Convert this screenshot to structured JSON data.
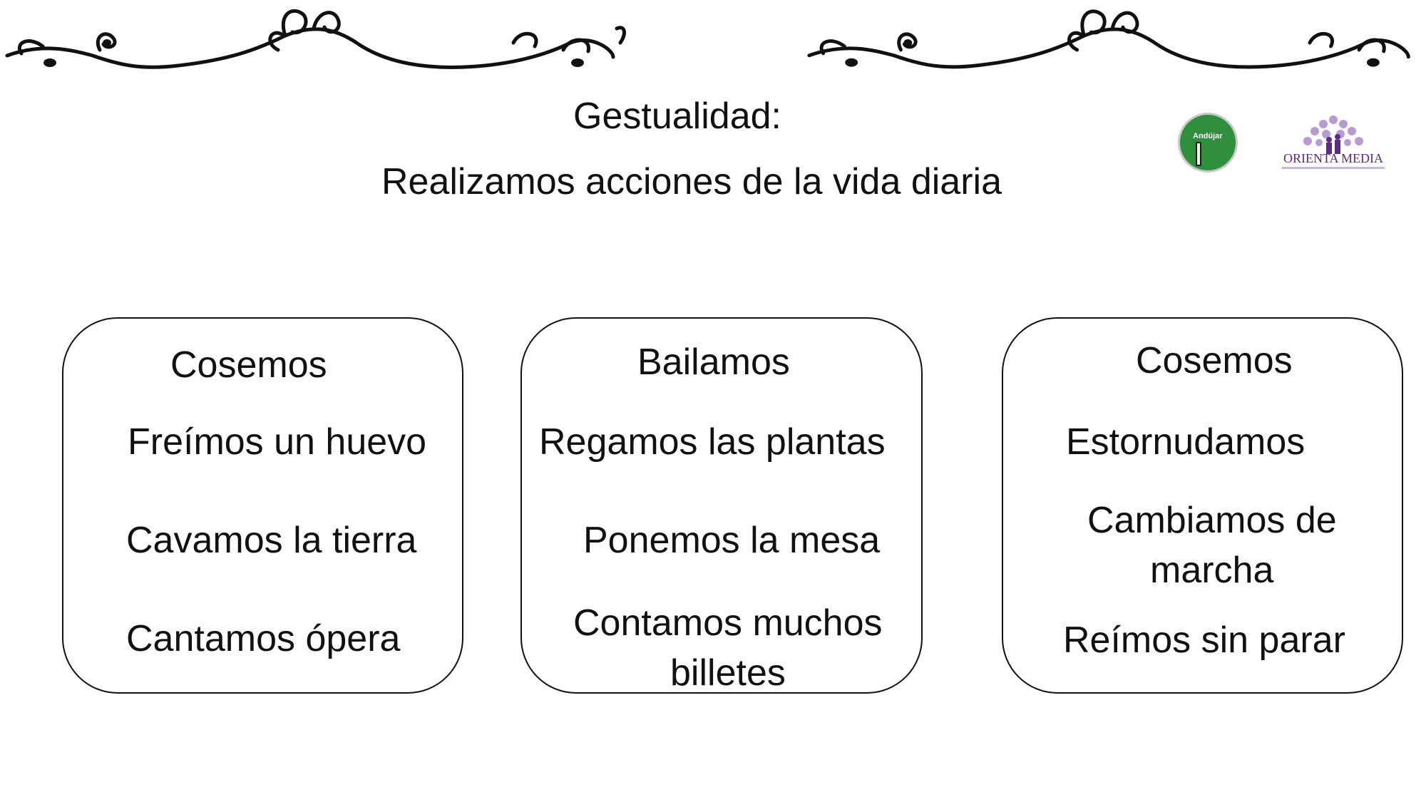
{
  "header": {
    "title": "Gestualidad:",
    "subtitle": "Realizamos acciones de la vida diaria"
  },
  "logos": {
    "left": {
      "text": "Andújar",
      "icon": "pencil-logo-icon",
      "color": "#2f8f3d"
    },
    "right": {
      "text": "ORIENTA MEDIA",
      "icon": "people-tree-logo-icon",
      "color": "#5b2a86"
    }
  },
  "ornaments": {
    "icon": "flourish-divider-icon"
  },
  "cards": [
    {
      "items": [
        "Cosemos",
        "Freímos un huevo",
        "Cavamos la tierra",
        "Cantamos ópera"
      ]
    },
    {
      "items": [
        "Bailamos",
        "Regamos las plantas",
        "Ponemos la mesa",
        "Contamos muchos",
        "billetes"
      ]
    },
    {
      "items": [
        "Cosemos",
        "Estornudamos",
        "Cambiamos de",
        "marcha",
        "Reímos sin parar"
      ]
    }
  ]
}
